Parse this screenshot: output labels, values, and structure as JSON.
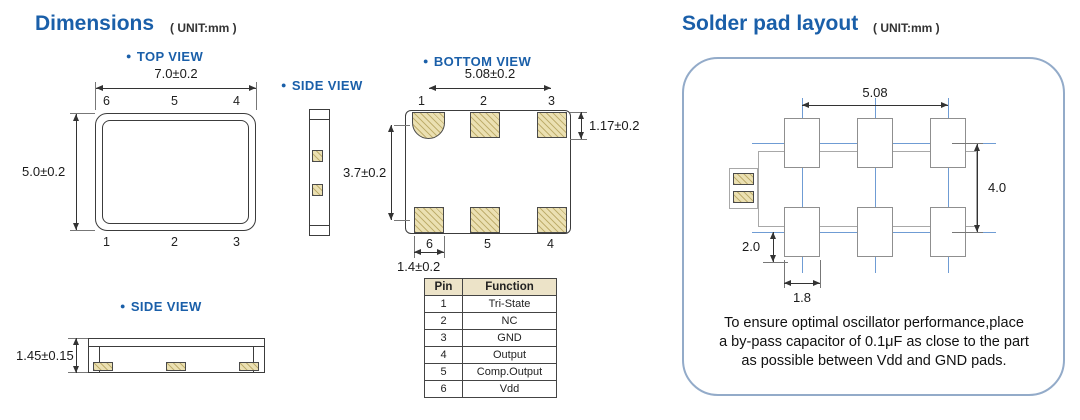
{
  "dimensions": {
    "title": "Dimensions",
    "unit": "( UNIT:mm )",
    "top_view": {
      "label": "TOP VIEW",
      "width": "7.0±0.2",
      "height": "5.0±0.2",
      "pins_top": [
        "6",
        "5",
        "4"
      ],
      "pins_bottom": [
        "1",
        "2",
        "3"
      ]
    },
    "side_view": {
      "label": "SIDE VIEW"
    },
    "bottom_view": {
      "label": "BOTTOM VIEW",
      "pad_span": "5.08±0.2",
      "pad_height": "1.17±0.2",
      "pad_row_span": "3.7±0.2",
      "pad_width": "1.4±0.2",
      "pins_top": [
        "1",
        "2",
        "3"
      ],
      "pins_bottom": [
        "6",
        "5",
        "4"
      ]
    },
    "side_view_front": {
      "label": "SIDE VIEW",
      "height": "1.45±0.15"
    },
    "pin_table": {
      "headers": [
        "Pin",
        "Function"
      ],
      "rows": [
        {
          "pin": "1",
          "function": "Tri-State"
        },
        {
          "pin": "2",
          "function": "NC"
        },
        {
          "pin": "3",
          "function": "GND"
        },
        {
          "pin": "4",
          "function": "Output"
        },
        {
          "pin": "5",
          "function": "Comp.Output"
        },
        {
          "pin": "6",
          "function": "Vdd"
        }
      ]
    }
  },
  "solder": {
    "title": "Solder pad layout",
    "unit": "( UNIT:mm )",
    "dims": {
      "pad_span": "5.08",
      "row_span": "4.0",
      "pad_offset": "2.0",
      "pad_width": "1.8"
    },
    "note": [
      "To ensure optimal oscillator performance,place",
      "a by-pass capacitor of 0.1μF as close to the part",
      "as possible between Vdd and GND pads."
    ]
  }
}
